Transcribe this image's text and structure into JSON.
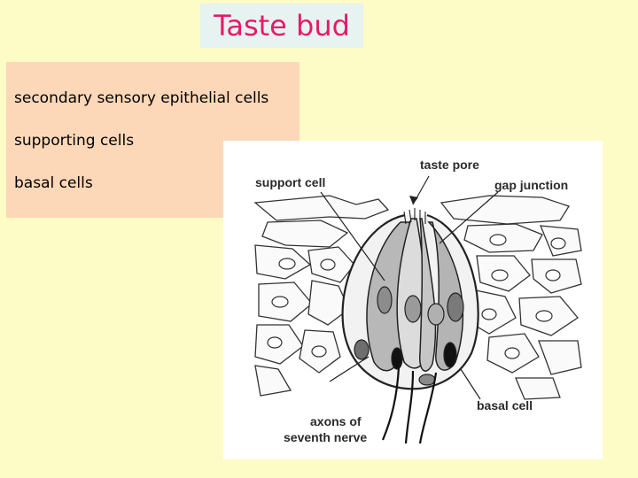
{
  "title": "Taste bud",
  "info_lines": [
    "secondary sensory epithelial cells",
    "supporting cells",
    "basal cells"
  ],
  "figure_labels": {
    "support_cell": "support cell",
    "taste_pore": "taste pore",
    "gap_junction": "gap junction",
    "basal_cell": "basal cell",
    "axons_line1": "axons of",
    "axons_line2": "seventh nerve"
  }
}
